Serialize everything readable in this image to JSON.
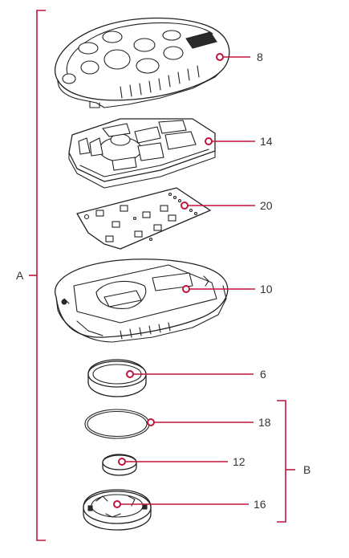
{
  "callouts": [
    {
      "id": "housing-top",
      "label": "8"
    },
    {
      "id": "keypad",
      "label": "14"
    },
    {
      "id": "circuit-board",
      "label": "20"
    },
    {
      "id": "housing-bottom",
      "label": "10"
    },
    {
      "id": "battery-cover",
      "label": "6"
    },
    {
      "id": "o-ring",
      "label": "18"
    },
    {
      "id": "battery",
      "label": "12"
    },
    {
      "id": "battery-holder",
      "label": "16"
    }
  ],
  "groups": [
    {
      "id": "assembly",
      "label": "A"
    },
    {
      "id": "battery-kit",
      "label": "B"
    }
  ],
  "colors": {
    "leader": "#c0143c",
    "lines": "#222222"
  }
}
